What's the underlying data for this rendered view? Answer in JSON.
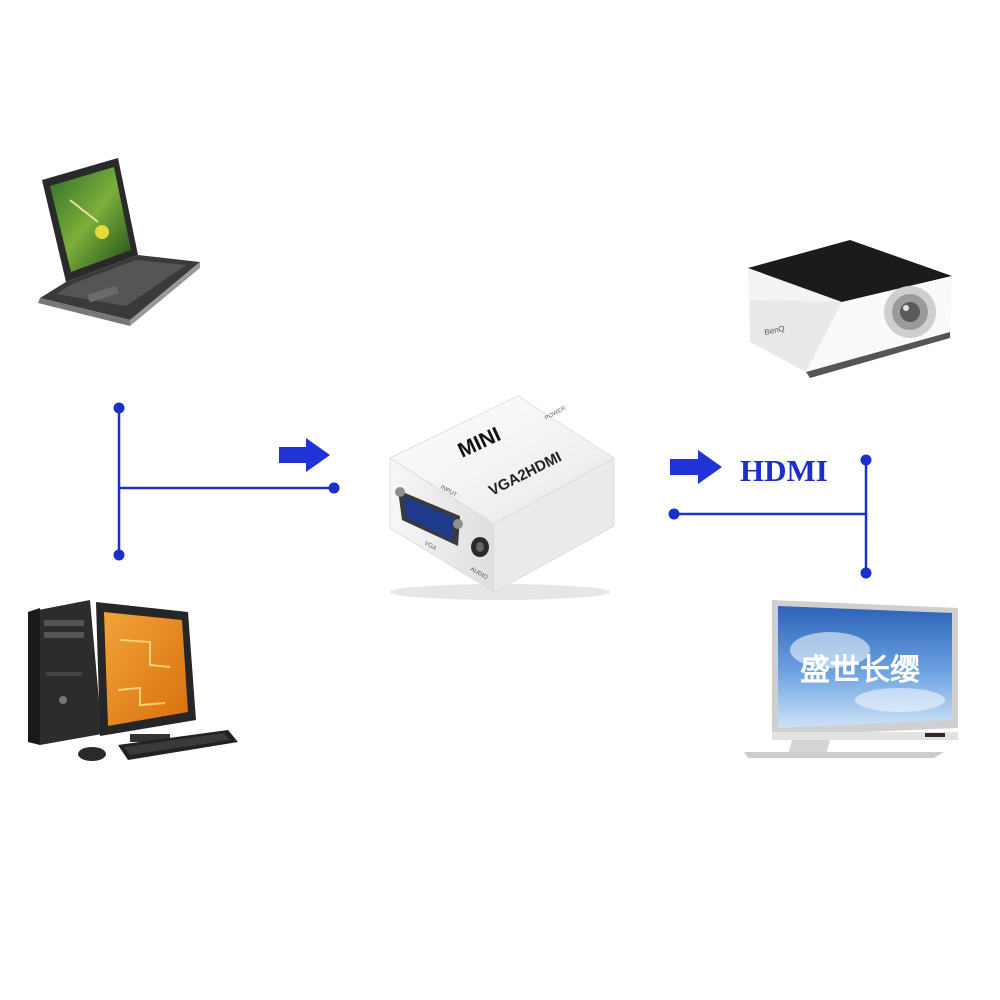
{
  "colors": {
    "line": "#1c2fc9",
    "arrow": "#1f33d6",
    "hdmi_label": "#1c2fc9",
    "converter_body": "#f4f4f4",
    "monitor_screen": "#e68a16",
    "tv_screen": "#3e7fd0"
  },
  "devices": {
    "laptop": {
      "icon": "laptop-icon"
    },
    "desktop": {
      "icon": "desktop-computer-icon"
    },
    "projector": {
      "icon": "projector-icon",
      "brand": "BenQ"
    },
    "tv": {
      "icon": "flat-panel-tv-icon",
      "screen_text": "盛世长缨"
    }
  },
  "converter": {
    "icon": "vga-to-hdmi-converter-icon",
    "badge": "MINI",
    "model": "VGA2HDMI",
    "input_label": "INPUT",
    "vga_label": "VGA",
    "audio_label": "AUDIO",
    "top_label": "POWER"
  },
  "arrows": {
    "input_arrow": "arrow-right-icon",
    "output_arrow": "arrow-right-icon",
    "output_label": "HDMI"
  }
}
